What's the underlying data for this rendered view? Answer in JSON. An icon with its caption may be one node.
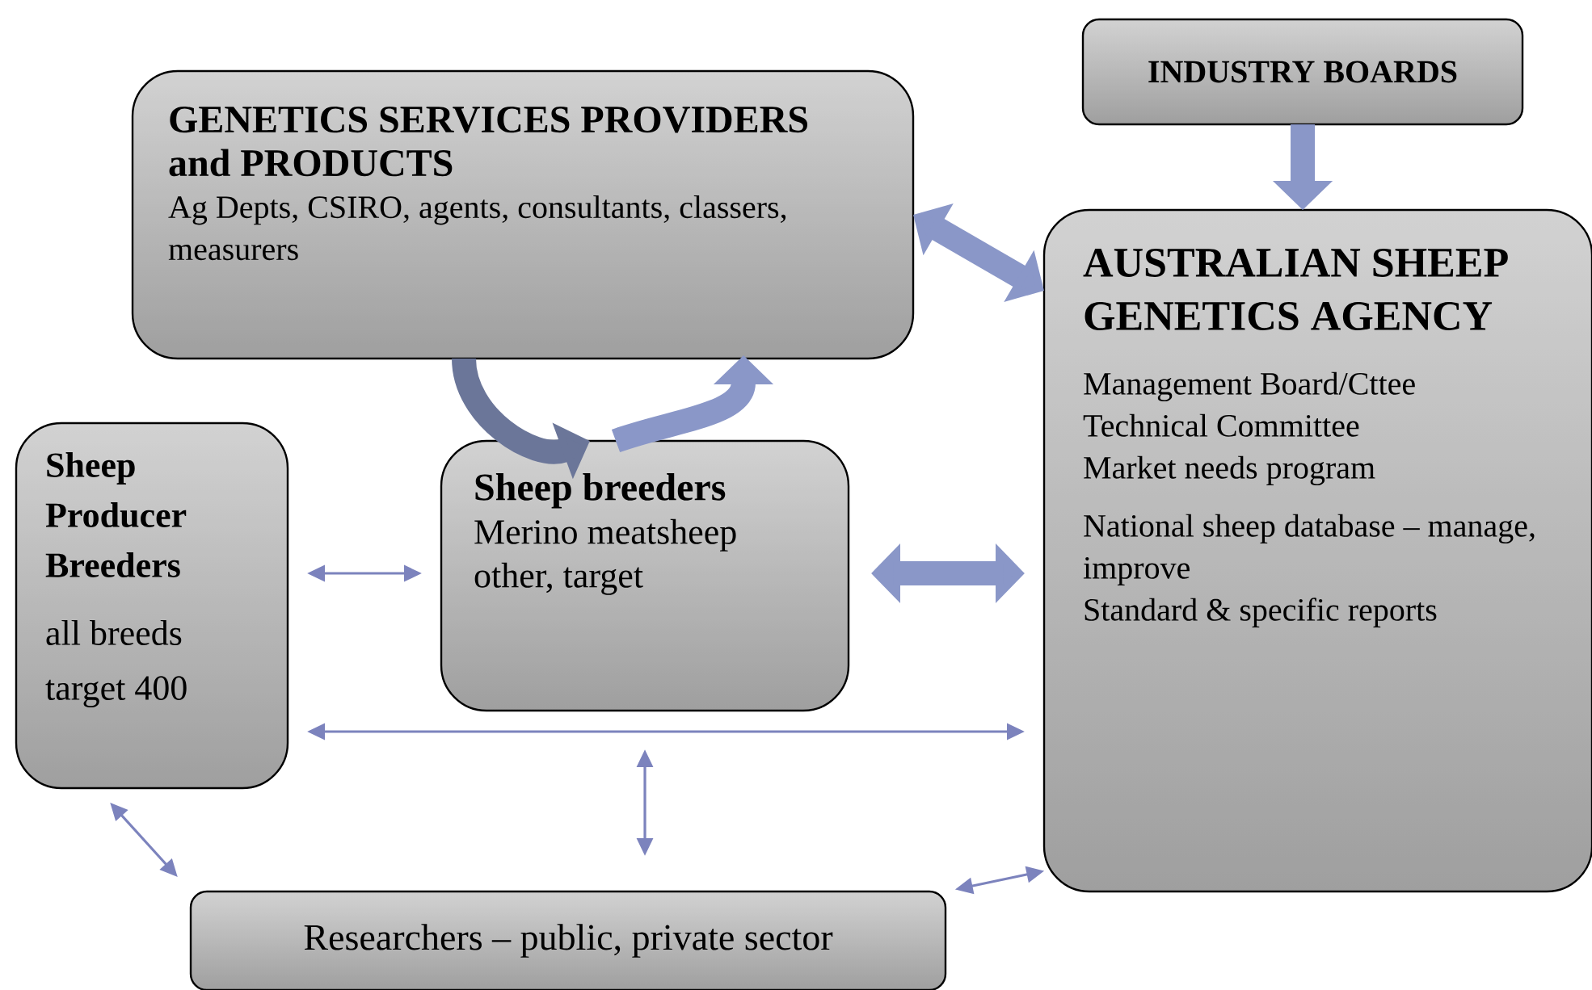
{
  "diagram": {
    "nodes": [
      {
        "text": [
          "INDUSTRY BOARDS"
        ]
      },
      {
        "text": [
          "GENETICS SERVICES PROVIDERS and PRODUCTS",
          "Ag Depts, CSIRO, agents, consultants, classers, measurers"
        ]
      },
      {
        "text": [
          "AUSTRALIAN SHEEP GENETICS AGENCY",
          "Management Board/Cttee",
          "Technical Committee",
          "Market needs program",
          "National sheep database – manage, improve",
          "Standard & specific reports"
        ]
      },
      {
        "text": [
          "Sheep Producer Breeders",
          "all breeds target 400"
        ]
      },
      {
        "text": [
          "Sheep breeders",
          "Merino meatsheep other, target"
        ]
      },
      {
        "text": [
          "Researchers – public, private sector"
        ]
      }
    ],
    "edges": [
      {
        "from": 0,
        "to": 2,
        "arrow": "to",
        "style": "thick"
      },
      {
        "from": 1,
        "to": 2,
        "arrow": "both",
        "style": "thick"
      },
      {
        "from": 1,
        "to": 4,
        "arrow": "to",
        "style": "thick",
        "color": "#6b7699"
      },
      {
        "from": 4,
        "to": 1,
        "arrow": "to",
        "style": "thick"
      },
      {
        "from": 3,
        "to": 4,
        "arrow": "both"
      },
      {
        "from": 4,
        "to": 2,
        "arrow": "both",
        "style": "thick"
      },
      {
        "from": 3,
        "to": 2,
        "arrow": "both"
      },
      {
        "from": 4,
        "to": 5,
        "arrow": "both"
      },
      {
        "from": 3,
        "to": 5,
        "arrow": "both"
      },
      {
        "from": 5,
        "to": 2,
        "arrow": "both"
      }
    ]
  }
}
